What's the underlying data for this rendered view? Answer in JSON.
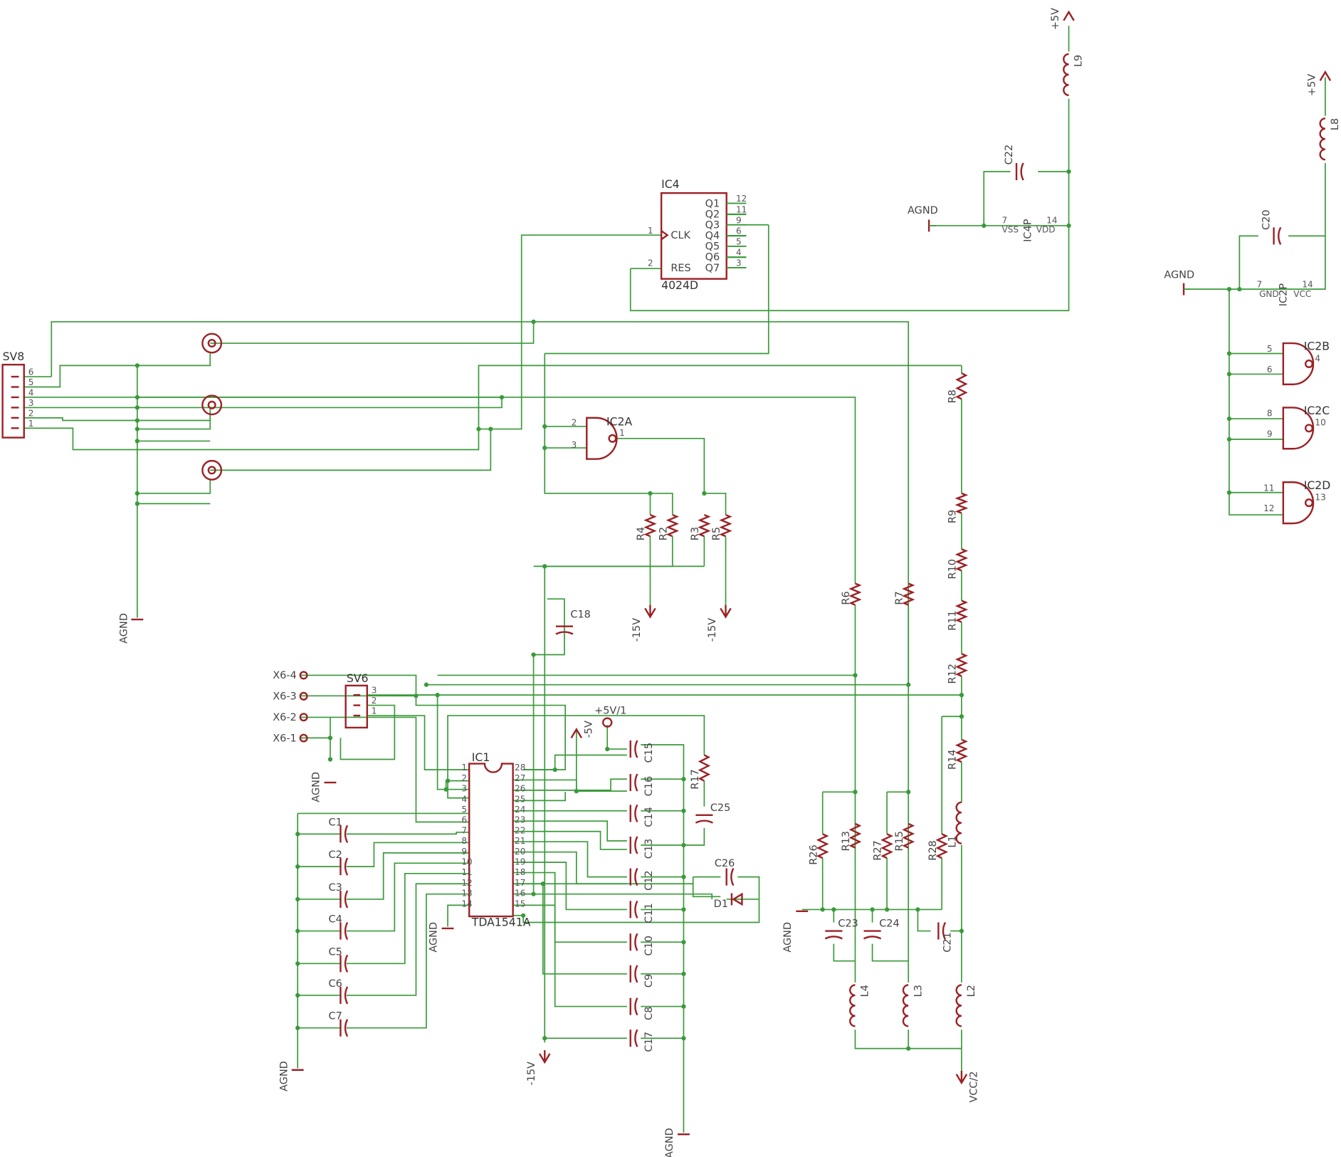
{
  "colors": {
    "wire": "#3a9a3a",
    "symbol": "#9b2226",
    "text": "#444444",
    "background": "#ffffff"
  },
  "ic4": {
    "name": "IC4",
    "value": "4024D",
    "pins_left": [
      {
        "num": "1",
        "label": "CLK"
      },
      {
        "num": "2",
        "label": "RES"
      }
    ],
    "pins_right": [
      {
        "num": "12",
        "label": "Q1"
      },
      {
        "num": "11",
        "label": "Q2"
      },
      {
        "num": "9",
        "label": "Q3"
      },
      {
        "num": "6",
        "label": "Q4"
      },
      {
        "num": "5",
        "label": "Q5"
      },
      {
        "num": "4",
        "label": "Q6"
      },
      {
        "num": "3",
        "label": "Q7"
      }
    ]
  },
  "ic4p": {
    "name": "IC4P",
    "vss": "VSS",
    "vdd": "VDD",
    "pin_vss": "7",
    "pin_vdd": "14"
  },
  "ic2p": {
    "name": "IC2P",
    "gnd": "GND",
    "vcc": "VCC",
    "pin_gnd": "7",
    "pin_vcc": "14"
  },
  "ic2a": {
    "name": "IC2A",
    "in1": "2",
    "in2": "3",
    "out": "1"
  },
  "ic2b": {
    "name": "IC2B",
    "in1": "5",
    "in2": "6",
    "out": "4"
  },
  "ic2c": {
    "name": "IC2C",
    "in1": "8",
    "in2": "9",
    "out": "10"
  },
  "ic2d": {
    "name": "IC2D",
    "in1": "11",
    "in2": "12",
    "out": "13"
  },
  "ic1": {
    "name": "IC1",
    "value": "TDA1541A",
    "left": [
      "1",
      "2",
      "3",
      "4",
      "5",
      "6",
      "7",
      "8",
      "9",
      "10",
      "11",
      "12",
      "13",
      "14"
    ],
    "right": [
      "28",
      "27",
      "26",
      "25",
      "24",
      "23",
      "22",
      "21",
      "20",
      "19",
      "18",
      "17",
      "16",
      "15"
    ]
  },
  "sv8": {
    "name": "SV8",
    "pins": [
      "6",
      "5",
      "4",
      "3",
      "2",
      "1"
    ]
  },
  "sv6": {
    "name": "SV6",
    "pins": [
      "3",
      "2",
      "1"
    ]
  },
  "x6": [
    "X6-4",
    "X6-3",
    "X6-2",
    "X6-1"
  ],
  "supplies": {
    "agnd": "AGND",
    "p5v": "+5V",
    "m15v": "-15V",
    "m5v": "-5V",
    "p5v1": "+5V/1",
    "vcc2": "VCC/2"
  },
  "res_left": [
    "R4",
    "R2",
    "R3",
    "R5"
  ],
  "res_chain": [
    "R8",
    "R9",
    "R10",
    "R11",
    "R12",
    "R14"
  ],
  "res_mid": {
    "r6": "R6",
    "r7": "R7",
    "r13": "R13",
    "r15": "R15",
    "r17": "R17",
    "r26": "R26",
    "r27": "R27",
    "r28": "R28"
  },
  "caps_left": [
    "C1",
    "C2",
    "C3",
    "C4",
    "C5",
    "C6",
    "C7"
  ],
  "caps_right": [
    "C15",
    "C16",
    "C14",
    "C13",
    "C12",
    "C11",
    "C10",
    "C9",
    "C8",
    "C17"
  ],
  "caps_misc": {
    "c18": "C18",
    "c20": "C20",
    "c21": "C21",
    "c22": "C22",
    "c23": "C23",
    "c24": "C24",
    "c25": "C25",
    "c26": "C26",
    "d1": "D1"
  },
  "inductors": {
    "l1": "L1",
    "l2": "L2",
    "l3": "L3",
    "l4": "L4",
    "l8": "L8",
    "l9": "L9"
  }
}
